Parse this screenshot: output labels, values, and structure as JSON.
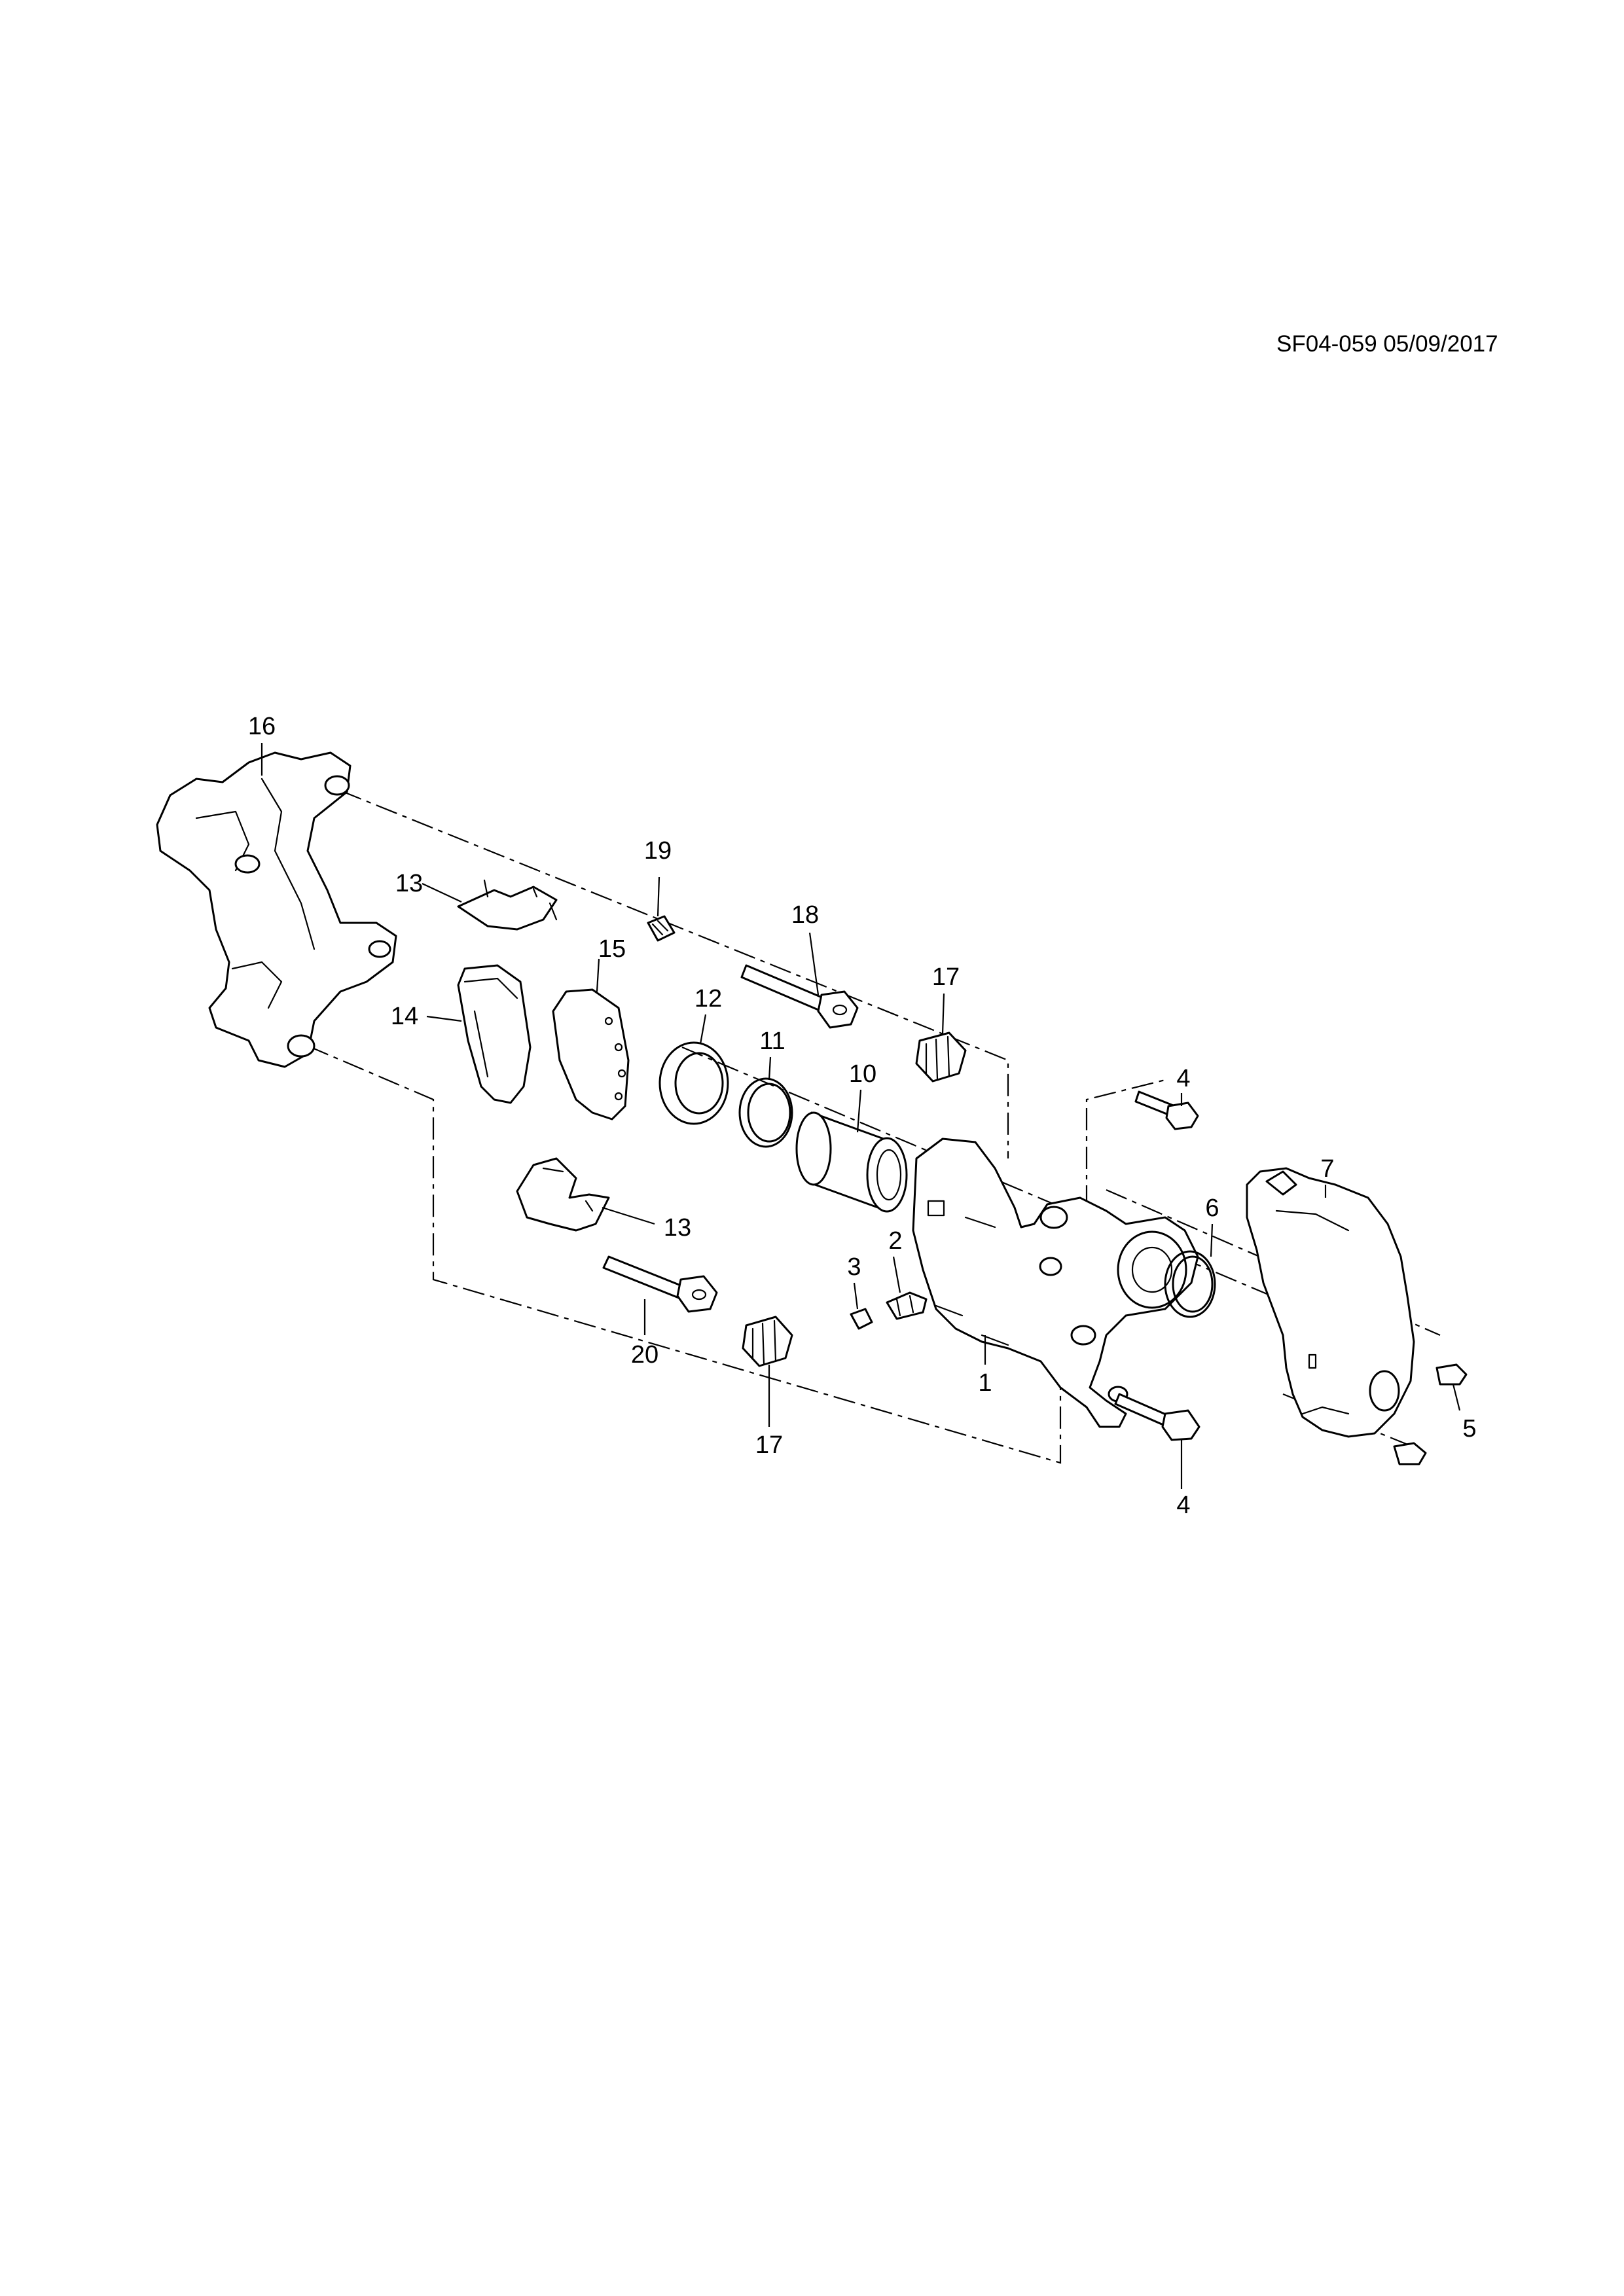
{
  "document_id": "SF04-059 05/09/2017",
  "callouts": {
    "c1": "1",
    "c2": "2",
    "c3": "3",
    "c4a": "4",
    "c4b": "4",
    "c5": "5",
    "c6": "6",
    "c7": "7",
    "c10": "10",
    "c11": "11",
    "c12": "12",
    "c13a": "13",
    "c13b": "13",
    "c14": "14",
    "c15": "15",
    "c16": "16",
    "c17a": "17",
    "c17b": "17",
    "c18": "18",
    "c19": "19",
    "c20": "20"
  }
}
